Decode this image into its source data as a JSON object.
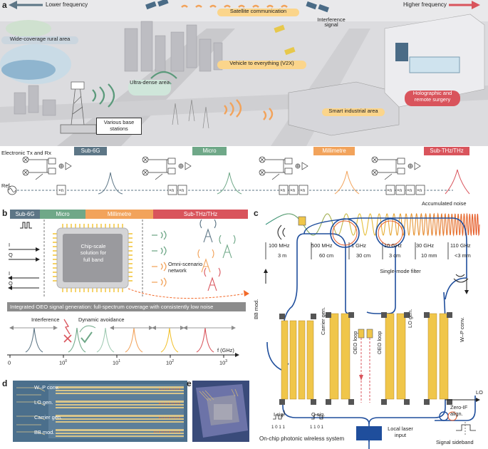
{
  "panel_a": {
    "label": "a",
    "freq_low": "Lower frequency",
    "freq_high": "Higher frequency",
    "scenes": {
      "satellite": "Satellite communication",
      "interference": "Interference signal",
      "rural": "Wide-coverage rural area",
      "dense": "Ultra-dense area",
      "v2x": "Vehicle to everything (V2X)",
      "base": "Various base stations",
      "industrial": "Smart industrial area",
      "surgery": "Holographic and remote surgery"
    },
    "tx_rx": "Electronic Tx and Rx",
    "ref": "Ref.",
    "bands": [
      "Sub-6G",
      "Micro",
      "Millimetre",
      "Sub-THz/THz"
    ],
    "multiplier": "×n",
    "accumulated_noise": "Accumulated noise"
  },
  "panel_b": {
    "label": "b",
    "bands": [
      "Sub-6G",
      "Micro",
      "Millimetre",
      "Sub-THz/THz"
    ],
    "io": [
      "I",
      "Q",
      "I",
      "Q"
    ],
    "chip_text": "Chip-scale solution for full band",
    "omni": "Omni-scenario network",
    "integrated_title": "Integrated OEO signal generation: full-spectrum coverage with consistently low noise",
    "interference": "Interference",
    "dynamic": "Dynamic avoidance",
    "axis_label": "f (GHz)",
    "ticks": [
      "0",
      "10",
      "10",
      "10",
      "10"
    ],
    "tick_exps": [
      "",
      "0",
      "1",
      "2",
      "3"
    ]
  },
  "panel_c": {
    "label": "c",
    "freqs": [
      "100 MHz",
      "500 MHz",
      "1 GHz",
      "10 GHz",
      "30 GHz",
      "110 GHz"
    ],
    "wavelengths": [
      "3 m",
      "60 cm",
      "30 cm",
      "3 cm",
      "10 mm",
      "<3 mm"
    ],
    "single_mode": "Single-mode filter",
    "bb_mod": "BB mod.",
    "carrier_gen": "Carrier gen.",
    "oeo_loop": "OEO loop",
    "lo_gen": "LO gen.",
    "wp_conv": "W–P conv.",
    "i_sig": "I sig.",
    "q_sig": "Q sig.",
    "i_bits": "1 0 1 1",
    "q_bits": "1 1 0 1",
    "lo": "LO",
    "zero_if": "Zero-IF align.",
    "local_laser": "Local laser input",
    "on_chip": "On-chip photonic wireless system",
    "signal_sideband": "Signal sideband"
  },
  "panel_d": {
    "label": "d",
    "rows": [
      "W–P conv.",
      "LO gen.",
      "Carrier gen.",
      "BB mod."
    ]
  },
  "panel_e": {
    "label": "e"
  },
  "colors": {
    "sub6g": "#5d7686",
    "micro": "#6fa888",
    "millimetre": "#f2a35b",
    "thz": "#d9545c",
    "gray_bar": "#8c8c8c",
    "waveguide": "#1f4e9c",
    "electrode": "#f0c64a"
  }
}
